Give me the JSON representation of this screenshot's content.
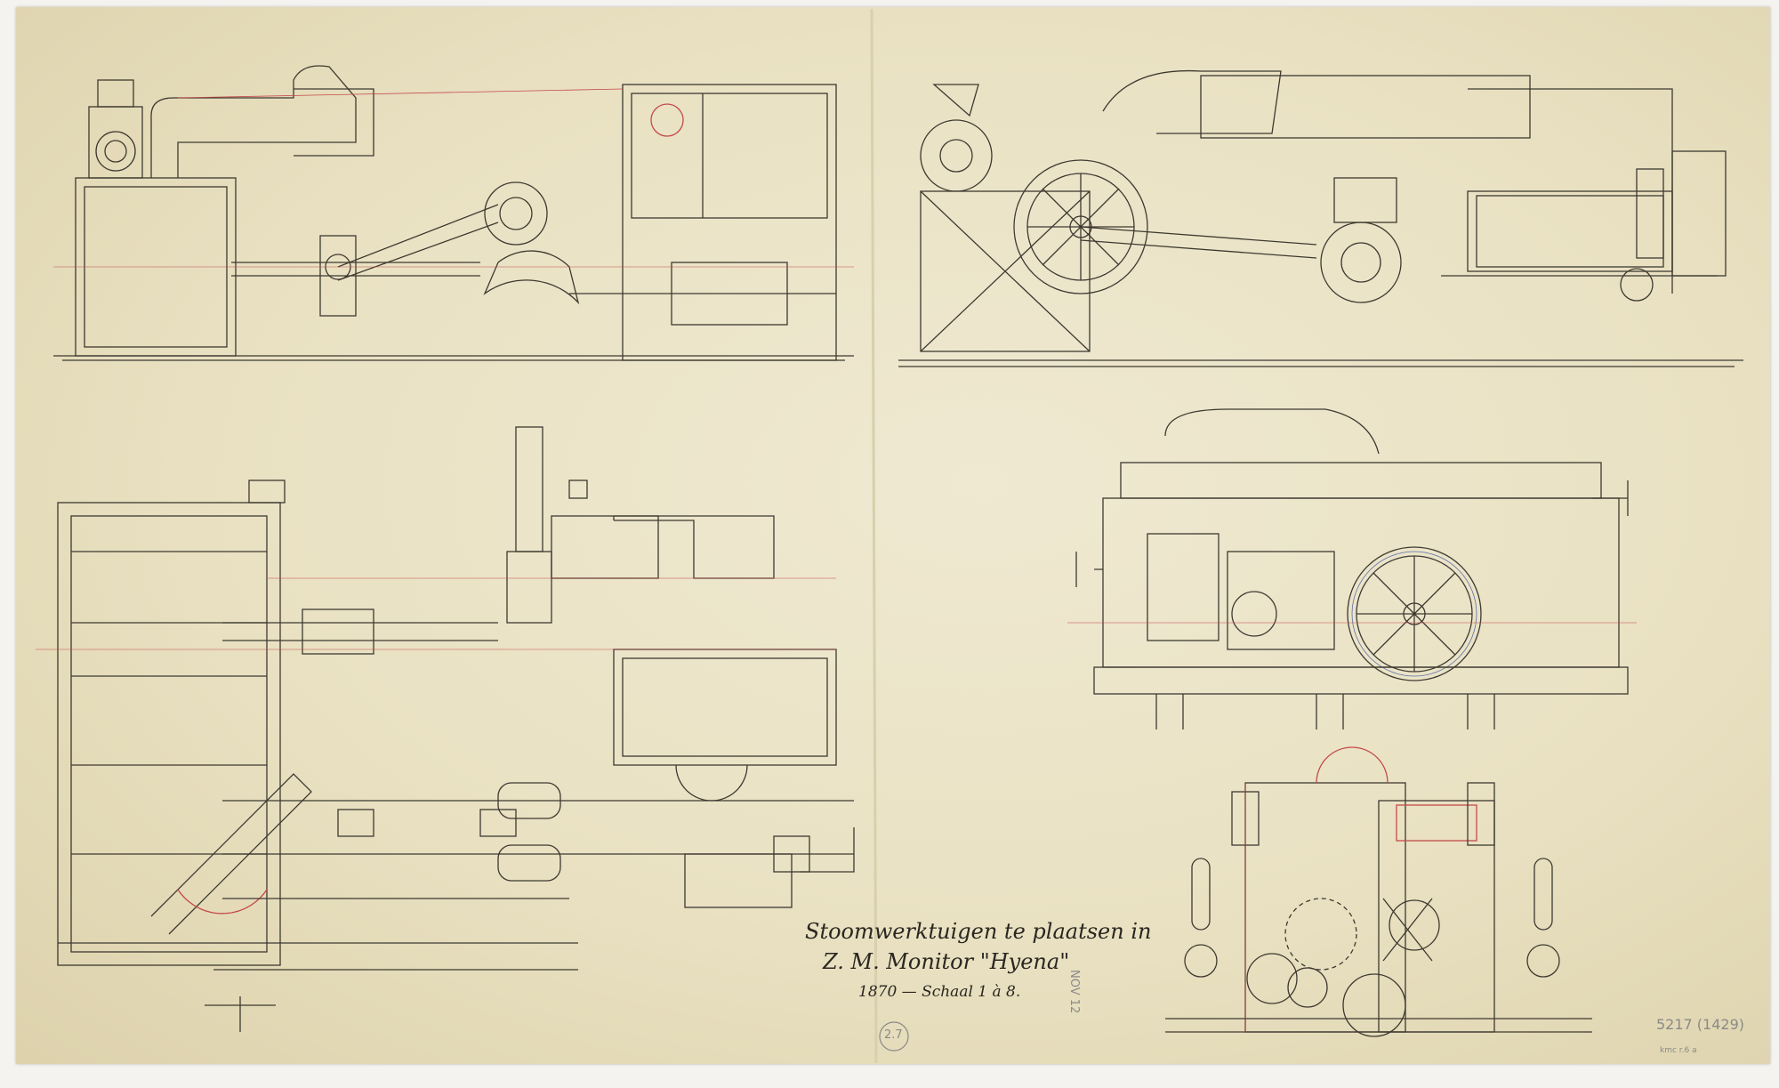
{
  "document": {
    "title_line1": "Stoomwerktuigen te plaatsen in",
    "title_line2": "Z. M. Monitor \"Hyena\"",
    "title_line3": "1870 — Schaal 1 à 8.",
    "pencil_marks": {
      "circled_number": "2.7",
      "vertical_note": "NOV 12",
      "inventory_number": "5217 (1429)",
      "small_note": "kmc r.6 a"
    },
    "colors": {
      "paper": "#e9e1c2",
      "ink": "#3a362e",
      "red_construction": "#c44a4a"
    }
  }
}
